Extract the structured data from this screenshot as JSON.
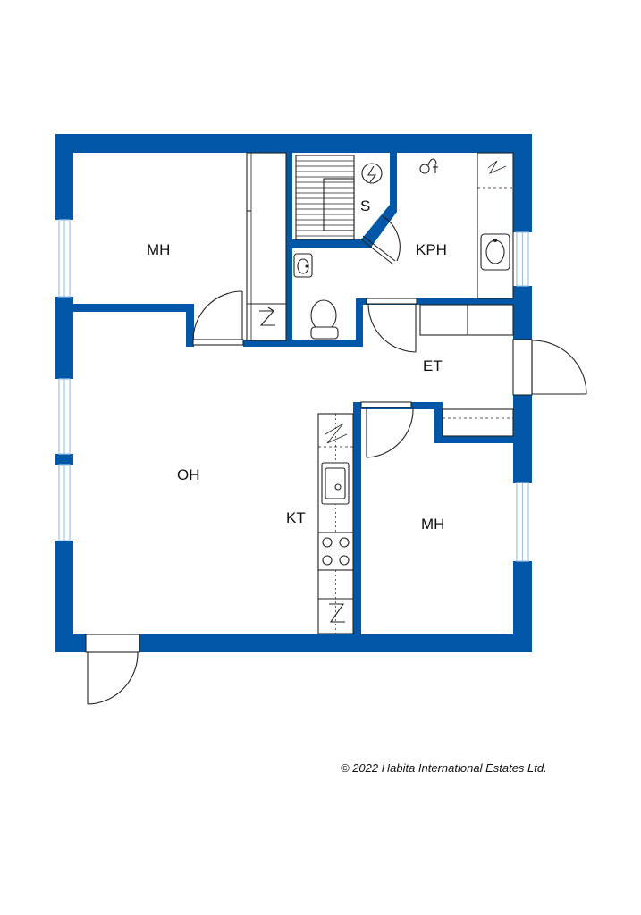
{
  "rooms": {
    "mh_top": "MH",
    "s": "S",
    "kph": "KPH",
    "et": "ET",
    "oh": "OH",
    "kt": "KT",
    "mh_bottom": "MH"
  },
  "copyright": "© 2022 Habita International Estates Ltd.",
  "colors": {
    "wall": "#0057a8",
    "line": "#222222",
    "window": "#9fc3e6",
    "background": "#ffffff"
  },
  "icons": [
    "electric-heater-icon",
    "shower-icon",
    "sink-icon",
    "toilet-icon",
    "stove-icon",
    "door-swing-icon",
    "window-icon"
  ]
}
